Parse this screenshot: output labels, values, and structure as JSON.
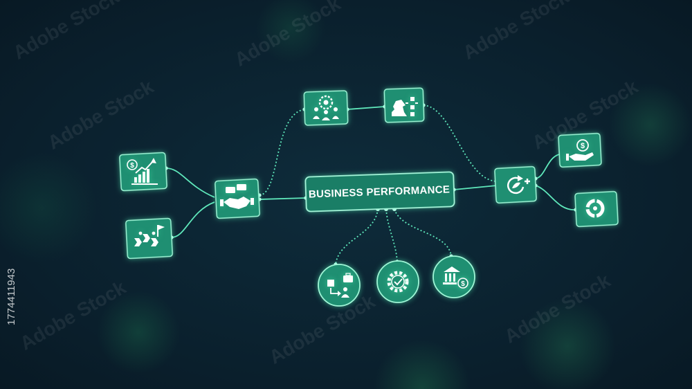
{
  "center": {
    "label": "BUSINESS PERFORMANCE"
  },
  "watermark": {
    "stock_id": "1774411943",
    "brand": "Adobe Stock"
  },
  "colors": {
    "node_fill": "#1f8f72",
    "node_border": "#9ff5d6",
    "line": "#5fe8bb",
    "background": "#0b2230"
  },
  "nodes": [
    {
      "id": "growth-chart",
      "icon": "dollar-growth-chart-icon"
    },
    {
      "id": "roadmap",
      "icon": "arrows-flag-icon"
    },
    {
      "id": "partnership",
      "icon": "handshake-icon"
    },
    {
      "id": "team",
      "icon": "team-gear-icon"
    },
    {
      "id": "strategy",
      "icon": "chess-knight-plan-icon"
    },
    {
      "id": "improvement",
      "icon": "cycle-plus-icon"
    },
    {
      "id": "investment",
      "icon": "hand-coin-icon"
    },
    {
      "id": "analytics",
      "icon": "donut-chart-icon"
    },
    {
      "id": "workflow",
      "icon": "briefcase-workflow-icon"
    },
    {
      "id": "quality",
      "icon": "gear-check-icon"
    },
    {
      "id": "finance",
      "icon": "bank-dollar-icon"
    }
  ]
}
